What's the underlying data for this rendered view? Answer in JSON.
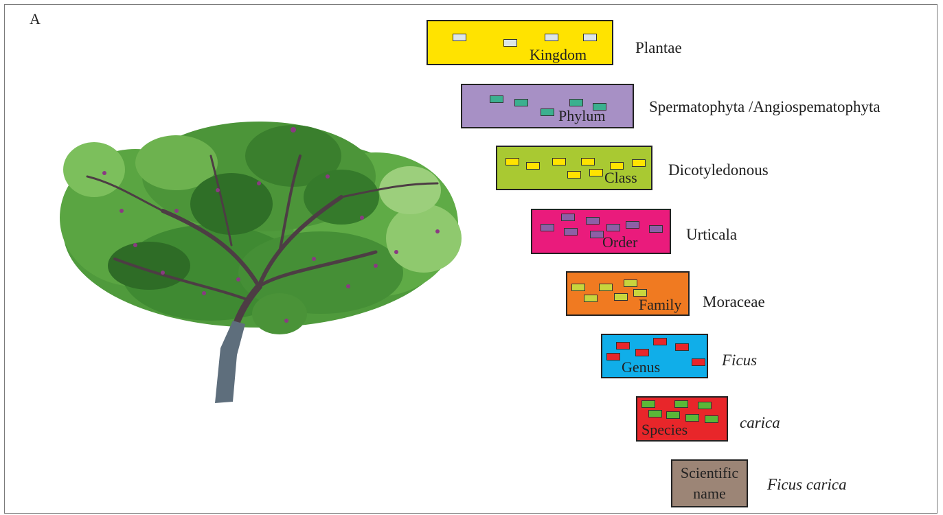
{
  "panel_label": "A",
  "colors": {
    "kingdom": "#ffe300",
    "phylum": "#a790c5",
    "class": "#a9c932",
    "order": "#ea1b7c",
    "family": "#f07a21",
    "genus": "#10aee9",
    "species": "#e8262a",
    "scientific_name": "#9c8576",
    "leaf_green": "#3d8f34",
    "trunk": "#5e6e7c"
  },
  "ranks": [
    {
      "id": "kingdom",
      "label": "Kingdom",
      "taxon": "Plantae",
      "italic": false
    },
    {
      "id": "phylum",
      "label": "Phylum",
      "taxon": "Spermatophyta /Angiospematophyta",
      "italic": false
    },
    {
      "id": "class",
      "label": "Class",
      "taxon": "Dicotyledonous",
      "italic": false
    },
    {
      "id": "order",
      "label": "Order",
      "taxon": "Urticala",
      "italic": false
    },
    {
      "id": "family",
      "label": "Family",
      "taxon": "Moraceae",
      "italic": false
    },
    {
      "id": "genus",
      "label": "Genus",
      "taxon": "Ficus",
      "italic": true
    },
    {
      "id": "species",
      "label": "Species",
      "taxon": "carica",
      "italic": true
    },
    {
      "id": "scientific_name",
      "label": "Scientific name",
      "taxon": "Ficus carica",
      "italic": true
    }
  ]
}
